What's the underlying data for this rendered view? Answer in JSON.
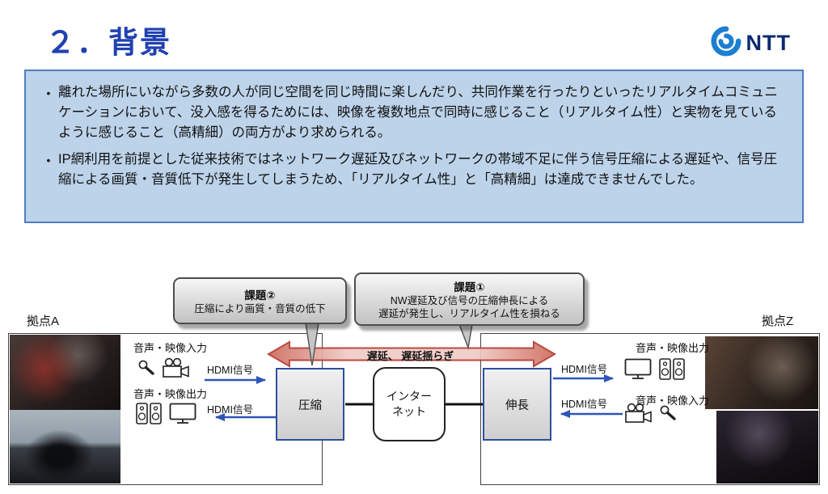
{
  "header": {
    "title": "２．背景",
    "logo_text": "NTT"
  },
  "summary": {
    "bullet_char": "•",
    "bullets": [
      "離れた場所にいながら多数の人が同じ空間を同じ時間に楽しんだり、共同作業を行ったりといったリアルタイムコミュニケーションにおいて、没入感を得るためには、映像を複数地点で同時に感じること（リアルタイム性）と実物を見ているように感じること（高精細）の両方がより求められる。",
      "IP網利用を前提とした従来技術ではネットワーク遅延及びネットワークの帯域不足に伴う信号圧縮による遅延や、信号圧縮による画質・音質低下が発生してしまうため、「リアルタイム性」と「高精細」は達成できませんでした。"
    ]
  },
  "diagram": {
    "site_a": "拠点A",
    "site_z": "拠点Z",
    "issue2_title": "課題②",
    "issue2_body": "圧縮により画質・音質の低下",
    "issue1_title": "課題①",
    "issue1_body": "NW遅延及び信号の圧縮伸長による\n遅延が発生し、リアルタイム性を損ねる",
    "delay_label": "遅延、 遅延揺らぎ",
    "compress": "圧縮",
    "expand": "伸長",
    "internet": "インター\nネット",
    "hdmi": "HDMI信号",
    "av_in": "音声・映像入力",
    "av_out": "音声・映像出力"
  },
  "colors": {
    "title_blue": "#1f41b0",
    "panel_fill": "#bdd3ea",
    "panel_border": "#4e7cc0",
    "process_box_border": "#2e4f9e",
    "hdmi_arrow_blue": "#2e55b8",
    "delay_arrow_red": "#b43b33",
    "ntt_loop_blue": "#1d7fd1",
    "ntt_text_navy": "#0b2b6e"
  }
}
